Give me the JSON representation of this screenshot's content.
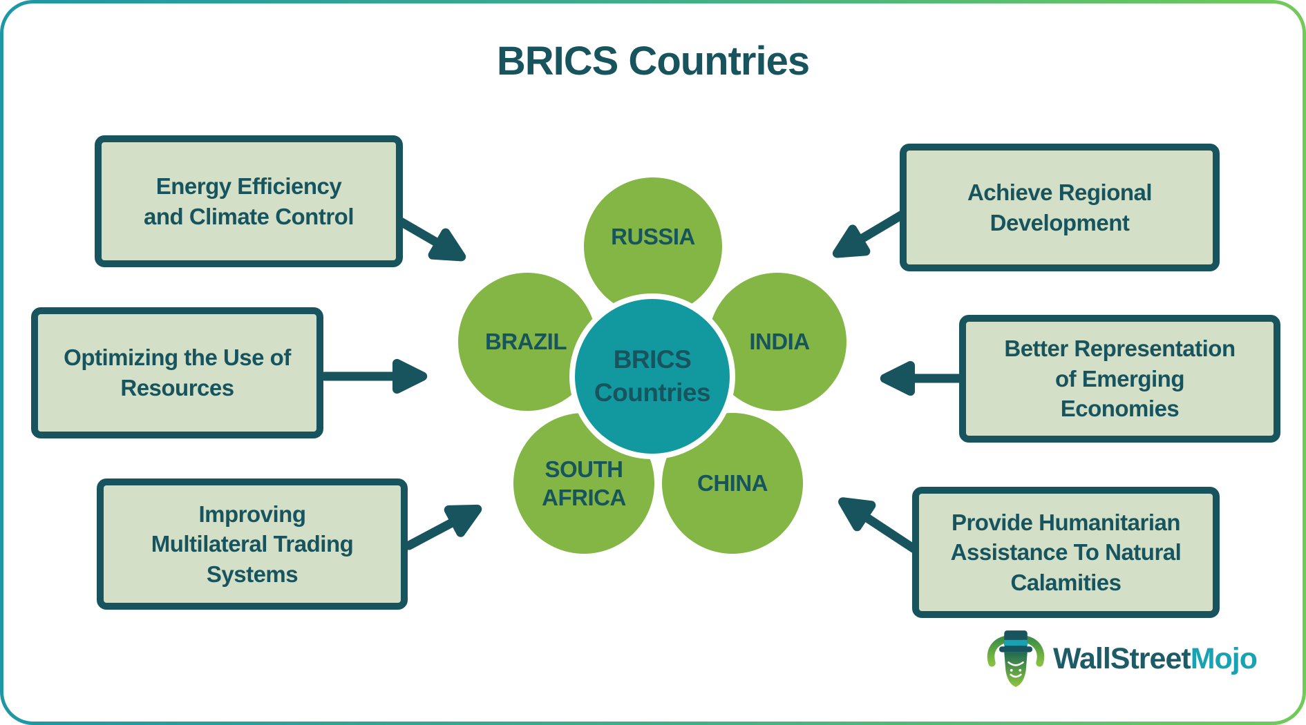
{
  "title": "BRICS Countries",
  "center_circle": {
    "label": "BRICS\nCountries"
  },
  "countries": [
    {
      "name": "RUSSIA"
    },
    {
      "name": "BRAZIL"
    },
    {
      "name": "INDIA"
    },
    {
      "name": "SOUTH\nAFRICA"
    },
    {
      "name": "CHINA"
    }
  ],
  "left_boxes": [
    {
      "label": "Energy Efficiency\nand Climate Control"
    },
    {
      "label": "Optimizing the Use of\nResources"
    },
    {
      "label": "Improving\nMultilateral Trading\nSystems"
    }
  ],
  "right_boxes": [
    {
      "label": "Achieve Regional\nDevelopment"
    },
    {
      "label": "Better Representation\nof Emerging\nEconomies"
    },
    {
      "label": "Provide Humanitarian\nAssistance To Natural\nCalamities"
    }
  ],
  "logo": {
    "brand_primary": "WallStreet",
    "brand_accent": "Mojo"
  },
  "colors": {
    "dark_teal": "#17545e",
    "petal_green": "#83b644",
    "center_teal": "#12999f",
    "box_fill": "#d3dfc6",
    "border_gradient_start": "#1d97a5",
    "border_gradient_end": "#70cb58",
    "logo_primary": "#1d5b66",
    "logo_accent": "#19a3b2"
  }
}
